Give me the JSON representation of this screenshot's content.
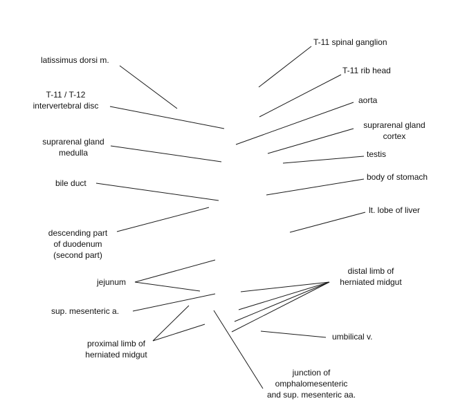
{
  "labels": {
    "t11_ganglion": "T-11 spinal ganglion",
    "latissimus": "latissimus dorsi m.",
    "t11_rib": "T-11 rib head",
    "disc": "T-11 / T-12\nintervertebral disc",
    "aorta": "aorta",
    "supra_cortex": "suprarenal gland\ncortex",
    "supra_medulla": "suprarenal gland\nmedulla",
    "testis": "testis",
    "body_stomach": "body of stomach",
    "bile_duct": "bile duct",
    "lt_lobe_liver": "lt. lobe of liver",
    "duodenum": "descending part\nof duodenum\n(second part)",
    "distal_limb": "distal limb of\nherniated midgut",
    "jejunum": "jejunum",
    "sup_mes_a": "sup. mesenteric a.",
    "umbilical_v": "umbilical v.",
    "proximal_limb": "proximal limb of\nherniated midgut",
    "junction": "junction of\nomphalomesenteric\nand sup. mesenteric aa."
  }
}
